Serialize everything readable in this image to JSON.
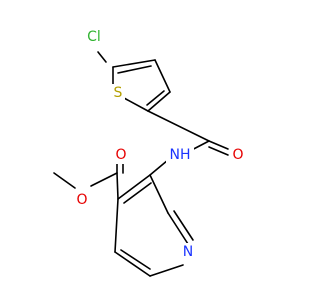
{
  "molecule": {
    "atoms": [
      {
        "id": "cl",
        "label": "Cl",
        "color": "#32b432"
      },
      {
        "id": "s",
        "label": "S",
        "color": "#b4a000"
      },
      {
        "id": "nh",
        "label": "NH",
        "color": "#1a33ff"
      },
      {
        "id": "o_amide",
        "label": "O",
        "color": "#e60000"
      },
      {
        "id": "o_carbonyl",
        "label": "O",
        "color": "#e60000"
      },
      {
        "id": "o_ester",
        "label": "O",
        "color": "#e60000"
      },
      {
        "id": "n_pyridine",
        "label": "N",
        "color": "#1a33ff"
      }
    ]
  }
}
